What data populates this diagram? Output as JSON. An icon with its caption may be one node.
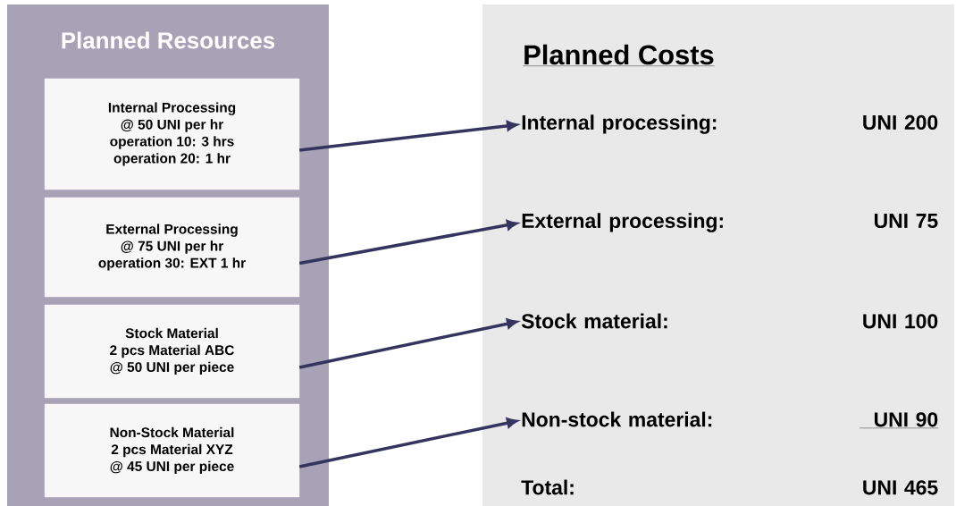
{
  "diagram": {
    "nodes": [
      {
        "text": [
          "Planned Resources"
        ]
      },
      {
        "text": [
          "Internal Processing",
          "@ 50 UNI per hr",
          "operation 10: 3 hrs",
          "operation 20: 1 hr"
        ],
        "in": 0
      },
      {
        "text": [
          "External Processing",
          "@ 75 UNI per hr",
          "operation 30: EXT 1 hr"
        ],
        "in": 0
      },
      {
        "text": [
          "Stock Material",
          "2 pcs Material ABC",
          "@ 50 UNI per piece"
        ],
        "in": 0
      },
      {
        "text": [
          "Non-Stock Material",
          "2 pcs Material XYZ",
          "@ 45 UNI per piece"
        ],
        "in": 0
      },
      {
        "text": [
          "Planned Costs"
        ]
      },
      {
        "text": [
          "Internal processing:",
          "UNI 200"
        ],
        "in": 5
      },
      {
        "text": [
          "External processing:",
          "UNI 75"
        ],
        "in": 5
      },
      {
        "text": [
          "Stock material:",
          "UNI 100"
        ],
        "in": 5
      },
      {
        "text": [
          "Non-stock material:",
          "UNI 90"
        ],
        "in": 5
      },
      {
        "text": [
          "Total:",
          "UNI 465"
        ],
        "in": 5
      }
    ],
    "edges": [
      {
        "from": 1,
        "to": 6,
        "arrow": "to"
      },
      {
        "from": 2,
        "to": 7,
        "arrow": "to"
      },
      {
        "from": 3,
        "to": 8,
        "arrow": "to"
      },
      {
        "from": 4,
        "to": 9,
        "arrow": "to"
      }
    ]
  }
}
